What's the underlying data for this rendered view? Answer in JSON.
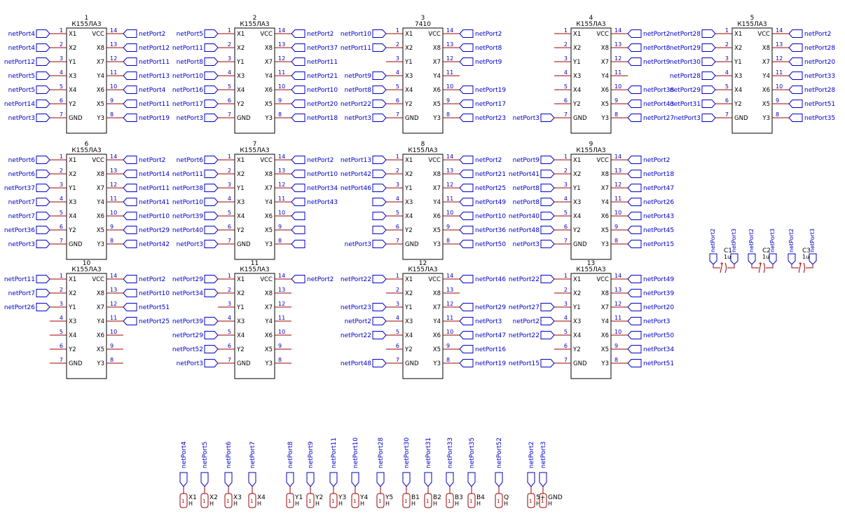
{
  "colors": {
    "wire": "#a00000",
    "label": "#0000c8",
    "body": "#000000",
    "header_fill": "#f2dede"
  },
  "chips": [
    {
      "id": "1",
      "name": "К155ЛА3",
      "col": 0,
      "row": 0,
      "left": [
        [
          "netPort4",
          "1",
          "X1"
        ],
        [
          "netPort4",
          "2",
          "X2"
        ],
        [
          "netPort12",
          "3",
          "Y1"
        ],
        [
          "netPort5",
          "4",
          "X3"
        ],
        [
          "netPort5",
          "5",
          "X4"
        ],
        [
          "netPort14",
          "6",
          "Y2"
        ],
        [
          "netPort3",
          "7",
          "GND"
        ]
      ],
      "right": [
        [
          "netPort2",
          "14",
          "VCC"
        ],
        [
          "netPort12",
          "13",
          "X8"
        ],
        [
          "netPort11",
          "12",
          "X7"
        ],
        [
          "netPort13",
          "11",
          "Y4"
        ],
        [
          "netPort4",
          "10",
          "X6"
        ],
        [
          "netPort11",
          "9",
          "X5"
        ],
        [
          "netPort19",
          "8",
          "Y3"
        ]
      ]
    },
    {
      "id": "2",
      "name": "К155ЛА3",
      "col": 1,
      "row": 0,
      "left": [
        [
          "netPort5",
          "1",
          "X1"
        ],
        [
          "netPort11",
          "2",
          "X2"
        ],
        [
          "netPort8",
          "3",
          "Y1"
        ],
        [
          "netPort10",
          "4",
          "X3"
        ],
        [
          "netPort16",
          "5",
          "X4"
        ],
        [
          "netPort17",
          "6",
          "Y2"
        ],
        [
          "netPort3",
          "7",
          "GND"
        ]
      ],
      "right": [
        [
          "netPort2",
          "14",
          "VCC"
        ],
        [
          "netPort37",
          "13",
          "X8"
        ],
        [
          "netPort11",
          "12",
          "X7"
        ],
        [
          "netPort21",
          "11",
          "Y4"
        ],
        [
          "netPort10",
          "10",
          "X6"
        ],
        [
          "netPort20",
          "9",
          "X5"
        ],
        [
          "netPort18",
          "8",
          "Y3"
        ]
      ]
    },
    {
      "id": "3",
      "name": "7410",
      "col": 2,
      "row": 0,
      "left": [
        [
          "netPort10",
          "1",
          "X1"
        ],
        [
          "netPort11",
          "2",
          "X2"
        ],
        [
          "",
          "3",
          "Y1"
        ],
        [
          "netPort9",
          "4",
          "X3"
        ],
        [
          "netPort8",
          "5",
          "X4"
        ],
        [
          "netPort22",
          "6",
          "Y2"
        ],
        [
          "netPort3",
          "7",
          "GND"
        ]
      ],
      "right": [
        [
          "netPort2",
          "14",
          "VCC"
        ],
        [
          "netPort8",
          "13",
          "X8"
        ],
        [
          "netPort9",
          "12",
          "X7"
        ],
        [
          "",
          "11",
          "Y4"
        ],
        [
          "netPort19",
          "10",
          "X6"
        ],
        [
          "netPort17",
          "9",
          "X5"
        ],
        [
          "netPort23",
          "8",
          "Y3"
        ]
      ]
    },
    {
      "id": "4",
      "name": "К155ЛА3",
      "col": 3,
      "row": 0,
      "left": [
        [
          "",
          "1",
          "X1"
        ],
        [
          "",
          "2",
          "X2"
        ],
        [
          "",
          "3",
          "Y1"
        ],
        [
          "",
          "4",
          "X3"
        ],
        [
          "",
          "5",
          "X4"
        ],
        [
          "",
          "6",
          "Y2"
        ],
        [
          "netPort3",
          "7",
          "GND"
        ]
      ],
      "right": [
        [
          "netPort2",
          "14",
          "VCC"
        ],
        [
          "netPort8",
          "13",
          "X8"
        ],
        [
          "netPort9",
          "12",
          "X7"
        ],
        [
          "",
          "11",
          "Y4"
        ],
        [
          "netPort38",
          "10",
          "X6"
        ],
        [
          "netPort43",
          "9",
          "X5"
        ],
        [
          "netPort27",
          "8",
          "Y3"
        ]
      ]
    },
    {
      "id": "5",
      "name": "К155ЛА3",
      "col": 4,
      "row": 0,
      "left": [
        [
          "netPort28",
          "1",
          "X1"
        ],
        [
          "netPort29",
          "2",
          "X2"
        ],
        [
          "netPort30",
          "3",
          "Y1"
        ],
        [
          "netPort28",
          "4",
          "X3"
        ],
        [
          "netPort29",
          "5",
          "X4"
        ],
        [
          "netPort31",
          "6",
          "Y2"
        ],
        [
          "netPort3",
          "7",
          "GND"
        ]
      ],
      "right": [
        [
          "netPort2",
          "14",
          "VCC"
        ],
        [
          "netPort28",
          "13",
          "X8"
        ],
        [
          "netPort20",
          "12",
          "X7"
        ],
        [
          "netPort33",
          "11",
          "Y4"
        ],
        [
          "netPort28",
          "10",
          "X6"
        ],
        [
          "netPort51",
          "9",
          "X5"
        ],
        [
          "netPort35",
          "8",
          "Y3"
        ]
      ]
    },
    {
      "id": "6",
      "name": "К155ЛА3",
      "col": 0,
      "row": 1,
      "left": [
        [
          "netPort6",
          "1",
          "X1"
        ],
        [
          "netPort6",
          "2",
          "X2"
        ],
        [
          "netPort37",
          "3",
          "Y1"
        ],
        [
          "netPort7",
          "4",
          "X3"
        ],
        [
          "netPort7",
          "5",
          "X4"
        ],
        [
          "netPort36",
          "6",
          "Y2"
        ],
        [
          "netPort3",
          "7",
          "GND"
        ]
      ],
      "right": [
        [
          "netPort2",
          "14",
          "VCC"
        ],
        [
          "netPort14",
          "13",
          "X8"
        ],
        [
          "netPort11",
          "12",
          "X7"
        ],
        [
          "netPort41",
          "11",
          "Y4"
        ],
        [
          "netPort10",
          "10",
          "X6"
        ],
        [
          "netPort29",
          "9",
          "X5"
        ],
        [
          "netPort42",
          "8",
          "Y3"
        ]
      ]
    },
    {
      "id": "7",
      "name": "К155ЛА3",
      "col": 1,
      "row": 1,
      "left": [
        [
          "netPort6",
          "1",
          "X1"
        ],
        [
          "netPort11",
          "2",
          "X2"
        ],
        [
          "netPort38",
          "3",
          "Y1"
        ],
        [
          "netPort10",
          "4",
          "X3"
        ],
        [
          "netPort39",
          "5",
          "X4"
        ],
        [
          "netPort40",
          "6",
          "Y2"
        ],
        [
          "netPort3",
          "7",
          "GND"
        ]
      ],
      "right": [
        [
          "netPort2",
          "14",
          "VCC"
        ],
        [
          "netPort10",
          "13",
          "X8"
        ],
        [
          "netPort34",
          "12",
          "X7"
        ],
        [
          "netPort43",
          "11",
          "Y4"
        ],
        [
          "",
          "10",
          "X6"
        ],
        [
          "",
          "9",
          "X5"
        ],
        [
          "",
          "8",
          "Y3"
        ]
      ]
    },
    {
      "id": "8",
      "name": "К155ЛА3",
      "col": 2,
      "row": 1,
      "left": [
        [
          "netPort13",
          "1",
          "X1"
        ],
        [
          "netPort42",
          "2",
          "X2"
        ],
        [
          "netPort46",
          "3",
          "Y1"
        ],
        [
          "",
          "4",
          "X3"
        ],
        [
          "",
          "5",
          "X4"
        ],
        [
          "",
          "6",
          "Y2"
        ],
        [
          "netPort3",
          "7",
          "GND"
        ]
      ],
      "right": [
        [
          "netPort2",
          "14",
          "VCC"
        ],
        [
          "netPort21",
          "13",
          "X8"
        ],
        [
          "netPort25",
          "12",
          "X7"
        ],
        [
          "netPort49",
          "11",
          "Y4"
        ],
        [
          "netPort10",
          "10",
          "X6"
        ],
        [
          "netPort36",
          "9",
          "X5"
        ],
        [
          "netPort50",
          "8",
          "Y3"
        ]
      ]
    },
    {
      "id": "9",
      "name": "К155ЛА3",
      "col": 3,
      "row": 1,
      "left": [
        [
          "netPort9",
          "1",
          "X1"
        ],
        [
          "netPort41",
          "2",
          "X2"
        ],
        [
          "netPort8",
          "3",
          "Y1"
        ],
        [
          "netPort8",
          "4",
          "X3"
        ],
        [
          "netPort40",
          "5",
          "X4"
        ],
        [
          "netPort48",
          "6",
          "Y2"
        ],
        [
          "netPort3",
          "7",
          "GND"
        ]
      ],
      "right": [
        [
          "netPort2",
          "14",
          "VCC"
        ],
        [
          "netPort18",
          "13",
          "X8"
        ],
        [
          "netPort47",
          "12",
          "X7"
        ],
        [
          "netPort26",
          "11",
          "Y4"
        ],
        [
          "netPort43",
          "10",
          "X6"
        ],
        [
          "netPort45",
          "9",
          "X5"
        ],
        [
          "netPort15",
          "8",
          "Y3"
        ]
      ]
    },
    {
      "id": "10",
      "name": "К155ЛА3",
      "col": 0,
      "row": 2,
      "left": [
        [
          "netPort11",
          "1",
          "X1"
        ],
        [
          "netPort7",
          "2",
          "X2"
        ],
        [
          "netPort26",
          "3",
          "Y1"
        ],
        [
          "",
          "4",
          "X3"
        ],
        [
          "",
          "5",
          "X4"
        ],
        [
          "",
          "6",
          "Y2"
        ],
        [
          "",
          "7",
          "GND"
        ]
      ],
      "right": [
        [
          "netPort2",
          "14",
          "VCC"
        ],
        [
          "netPort10",
          "13",
          "X8"
        ],
        [
          "netPort51",
          "12",
          "X7"
        ],
        [
          "netPort25",
          "11",
          "Y4"
        ],
        [
          "",
          "10",
          "X6"
        ],
        [
          "",
          "9",
          "X5"
        ],
        [
          "",
          "8",
          "Y3"
        ]
      ]
    },
    {
      "id": "11",
      "name": "К155ЛА3",
      "col": 1,
      "row": 2,
      "left": [
        [
          "netPort29",
          "1",
          "X1"
        ],
        [
          "netPort34",
          "2",
          "X2"
        ],
        [
          "",
          "3",
          "Y1"
        ],
        [
          "netPort39",
          "4",
          "X3"
        ],
        [
          "netPort29",
          "5",
          "X4"
        ],
        [
          "netPort52",
          "6",
          "Y2"
        ],
        [
          "netPort3",
          "7",
          "GND"
        ]
      ],
      "right": [
        [
          "netPort2",
          "14",
          "VCC"
        ],
        [
          "",
          "13",
          "X8"
        ],
        [
          "",
          "12",
          "X7"
        ],
        [
          "",
          "11",
          "Y4"
        ],
        [
          "",
          "10",
          "X6"
        ],
        [
          "",
          "9",
          "X5"
        ],
        [
          "",
          "8",
          "Y3"
        ]
      ]
    },
    {
      "id": "12",
      "name": "К155ЛА3",
      "col": 2,
      "row": 2,
      "left": [
        [
          "netPort22",
          "1",
          "X1"
        ],
        [
          "",
          "2",
          "X2"
        ],
        [
          "netPort23",
          "3",
          "Y1"
        ],
        [
          "netPort2",
          "4",
          "X3"
        ],
        [
          "netPort22",
          "5",
          "X4"
        ],
        [
          "",
          "6",
          "Y2"
        ],
        [
          "netPort48",
          "7",
          "GND"
        ]
      ],
      "right": [
        [
          "netPort46",
          "14",
          "VCC"
        ],
        [
          "",
          "13",
          "X8"
        ],
        [
          "netPort29",
          "12",
          "X7"
        ],
        [
          "netPort3",
          "11",
          "Y4"
        ],
        [
          "netPort47",
          "10",
          "X6"
        ],
        [
          "netPort16",
          "9",
          "X5"
        ],
        [
          "netPort19",
          "8",
          "Y3"
        ]
      ]
    },
    {
      "id": "13",
      "name": "К155ЛА3",
      "col": 3,
      "row": 2,
      "left": [
        [
          "netPort22",
          "1",
          "X1"
        ],
        [
          "",
          "2",
          "X2"
        ],
        [
          "netPort27",
          "3",
          "Y1"
        ],
        [
          "netPort2",
          "4",
          "X3"
        ],
        [
          "netPort22",
          "5",
          "X4"
        ],
        [
          "",
          "6",
          "Y2"
        ],
        [
          "netPort15",
          "7",
          "GND"
        ]
      ],
      "right": [
        [
          "netPort49",
          "14",
          "VCC"
        ],
        [
          "netPort39",
          "13",
          "X8"
        ],
        [
          "netPort20",
          "12",
          "X7"
        ],
        [
          "netPort3",
          "11",
          "Y4"
        ],
        [
          "netPort50",
          "10",
          "X6"
        ],
        [
          "netPort34",
          "9",
          "X5"
        ],
        [
          "netPort51",
          "8",
          "Y3"
        ]
      ]
    }
  ],
  "capacitors": [
    {
      "id": "C1",
      "value": "1u",
      "top_net": "netPort2",
      "bottom_net": "netPort3"
    },
    {
      "id": "C2",
      "value": "1u",
      "top_net": "netPort2",
      "bottom_net": "netPort3"
    },
    {
      "id": "C3",
      "value": "1u",
      "top_net": "netPort2",
      "bottom_net": "netPort3"
    }
  ],
  "connectors": [
    {
      "net": "netPort4",
      "name": "X1",
      "sub": "H"
    },
    {
      "net": "netPort5",
      "name": "X2",
      "sub": "H"
    },
    {
      "net": "netPort6",
      "name": "X3",
      "sub": "H"
    },
    {
      "net": "netPort7",
      "name": "X4",
      "sub": "H"
    },
    {
      "net": "netPort8",
      "name": "Y1",
      "sub": "H"
    },
    {
      "net": "netPort9",
      "name": "Y2",
      "sub": "H"
    },
    {
      "net": "netPort11",
      "name": "Y3",
      "sub": "H"
    },
    {
      "net": "netPort10",
      "name": "Y4",
      "sub": "H"
    },
    {
      "net": "netPort28",
      "name": "Y5",
      "sub": "H"
    },
    {
      "net": "netPort30",
      "name": "B1",
      "sub": "H"
    },
    {
      "net": "netPort31",
      "name": "B2",
      "sub": "H"
    },
    {
      "net": "netPort33",
      "name": "B3",
      "sub": "H"
    },
    {
      "net": "netPort35",
      "name": "B4",
      "sub": "H"
    },
    {
      "net": "netPort52",
      "name": "Q",
      "sub": "H"
    },
    {
      "net": "netPort2",
      "name": "5+",
      "sub": "H"
    },
    {
      "net": "netPort3",
      "name": "GND",
      "sub": "H"
    }
  ]
}
